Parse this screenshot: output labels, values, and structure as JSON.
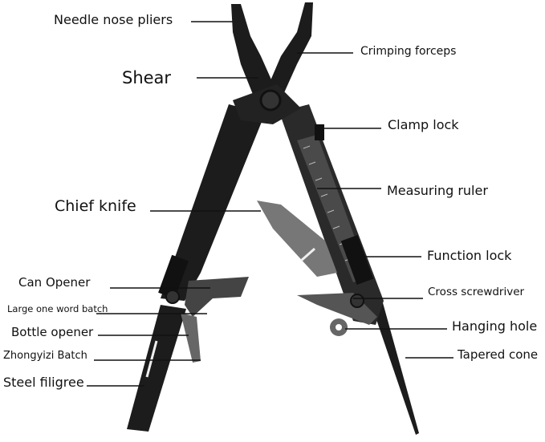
{
  "title": "Multitool parts diagram",
  "labels": {
    "needle_nose_pliers": "Needle nose pliers",
    "crimping_forceps": "Crimping forceps",
    "shear": "Shear",
    "clamp_lock": "Clamp lock",
    "measuring_ruler": "Measuring ruler",
    "chief_knife": "Chief knife",
    "function_lock": "Function lock",
    "can_opener": "Can Opener",
    "cross_screwdriver": "Cross screwdriver",
    "large_one_word_batch": "Large one word batch",
    "hanging_hole": "Hanging hole",
    "bottle_opener": "Bottle opener",
    "tapered_cone": "Tapered cone",
    "zhongyizi_batch": "Zhongyizi Batch",
    "steel_filigree": "Steel filigree"
  },
  "colors": {
    "tool": "#1c1c1c",
    "blade": "#6a6a6a",
    "line": "#111111"
  }
}
